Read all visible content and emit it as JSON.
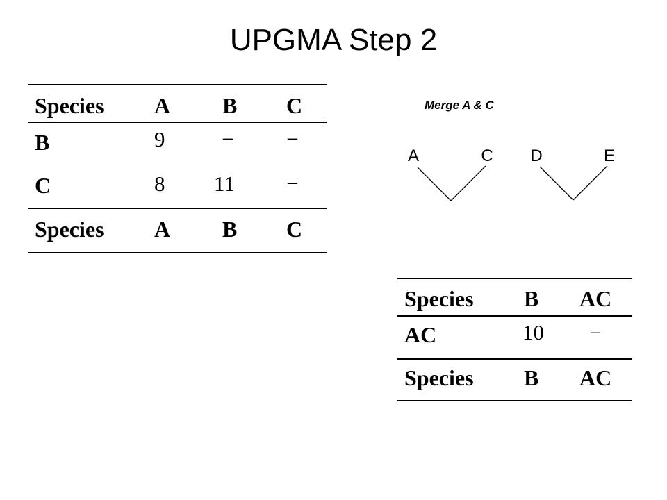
{
  "title": "UPGMA Step 2",
  "left_table": {
    "header": [
      "Species",
      "A",
      "B",
      "C"
    ],
    "rows": [
      [
        "B",
        "9",
        "–",
        "–"
      ],
      [
        "C",
        "8",
        "11",
        "–"
      ]
    ],
    "footer": [
      "Species",
      "A",
      "B",
      "C"
    ]
  },
  "merge_caption": "Merge A & C",
  "tree": {
    "leaves": [
      "A",
      "C",
      "D",
      "E"
    ]
  },
  "right_table": {
    "header": [
      "Species",
      "B",
      "AC"
    ],
    "rows": [
      [
        "AC",
        "10",
        "–"
      ]
    ],
    "footer": [
      "Species",
      "B",
      "AC"
    ]
  }
}
